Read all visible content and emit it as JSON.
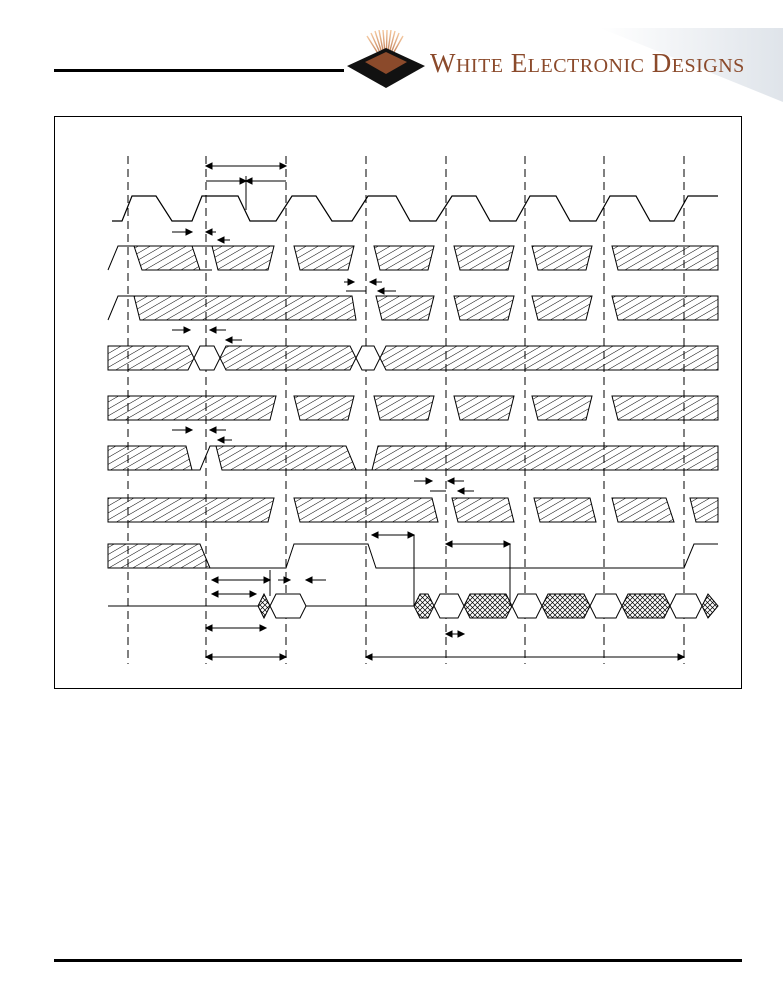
{
  "brand": {
    "name": "White Electronic Designs",
    "words": [
      {
        "initial": "W",
        "rest": "HITE"
      },
      {
        "initial": "E",
        "rest": "LECTRONIC"
      },
      {
        "initial": "D",
        "rest": "ESIGNS"
      }
    ],
    "color": "#8b4a2b",
    "logo_icon": "diamond-logo-icon"
  },
  "figure": {
    "kind": "timing-diagram",
    "clock_edges": 8,
    "signal_rows": 9,
    "line_color": "#000000",
    "hatch_color": "#000000"
  }
}
